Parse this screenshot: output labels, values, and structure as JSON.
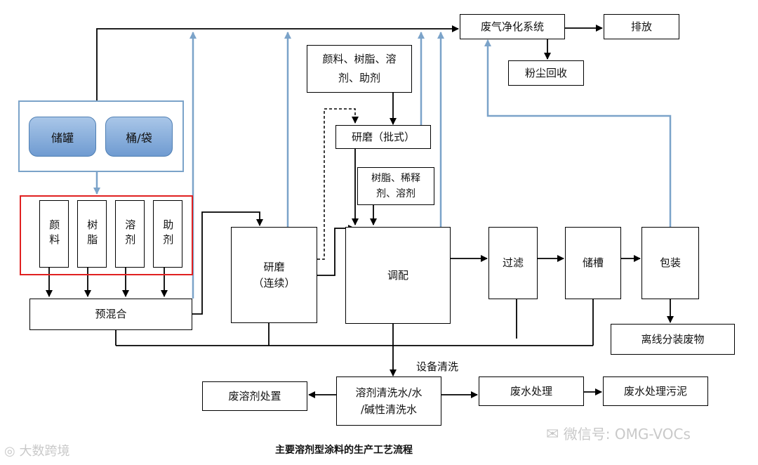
{
  "title": "主要溶剂型涂料的生产工艺流程",
  "nodes": {
    "exhaust_purification": "废气净化系统",
    "discharge": "排放",
    "dust_recovery": "粉尘回收",
    "batch_inputs": "颜料、树脂、溶剂、助剂",
    "batch_grinding": "研磨（批式）",
    "tuning_inputs": "树脂、稀释剂、溶剂",
    "storage_tank": "储罐",
    "barrel_bag": "桶/袋",
    "pigment": "颜料",
    "resin": "树脂",
    "solvent": "溶剂",
    "additive": "助剂",
    "premix": "预混合",
    "continuous_grinding": "研磨\n（连续）",
    "blending": "调配",
    "filtration": "过滤",
    "storage_vessel": "储槽",
    "packaging": "包装",
    "offline_waste": "离线分装废物",
    "equipment_cleaning": "设备清洗",
    "cleaning_water": "溶剂清洗水/水\n/碱性清洗水",
    "waste_solvent": "废溶剂处置",
    "wastewater_treatment": "废水处理",
    "wastewater_sludge": "废水处理污泥"
  },
  "watermarks": {
    "wechat": "微信号: OMG-VOCs",
    "logo": "大数跨境"
  },
  "colors": {
    "flow_line": "#000000",
    "exhaust_line": "#7ba3c9",
    "highlight_frame": "#e02020",
    "container_frame": "#7ba3c9"
  }
}
